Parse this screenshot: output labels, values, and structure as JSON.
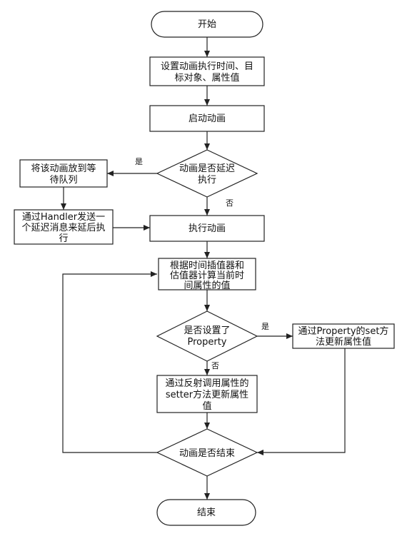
{
  "flowchart": {
    "start": "开始",
    "set_params": [
      "设置动画执行时间、目",
      "标对象、属性值"
    ],
    "start_anim": "启动动画",
    "is_delayed": [
      "动画是否延迟",
      "执行"
    ],
    "wait_queue": [
      "将该动画放到等",
      "待队列"
    ],
    "handler_delay": [
      "通过Handler发送一",
      "个延迟消息来延后执",
      "行"
    ],
    "execute_anim": "执行动画",
    "compute_value": [
      "根据时间插值器和",
      "估值器计算当前时",
      "间属性的值"
    ],
    "has_property": [
      "是否设置了",
      "Property"
    ],
    "property_set": [
      "通过Property的set方",
      "法更新属性值"
    ],
    "reflect_setter": [
      "通过反射调用属性的",
      "setter方法更新属性",
      "值"
    ],
    "is_finished": "动画是否结束",
    "end": "结束",
    "yes_label": "是",
    "no_label": "否"
  }
}
